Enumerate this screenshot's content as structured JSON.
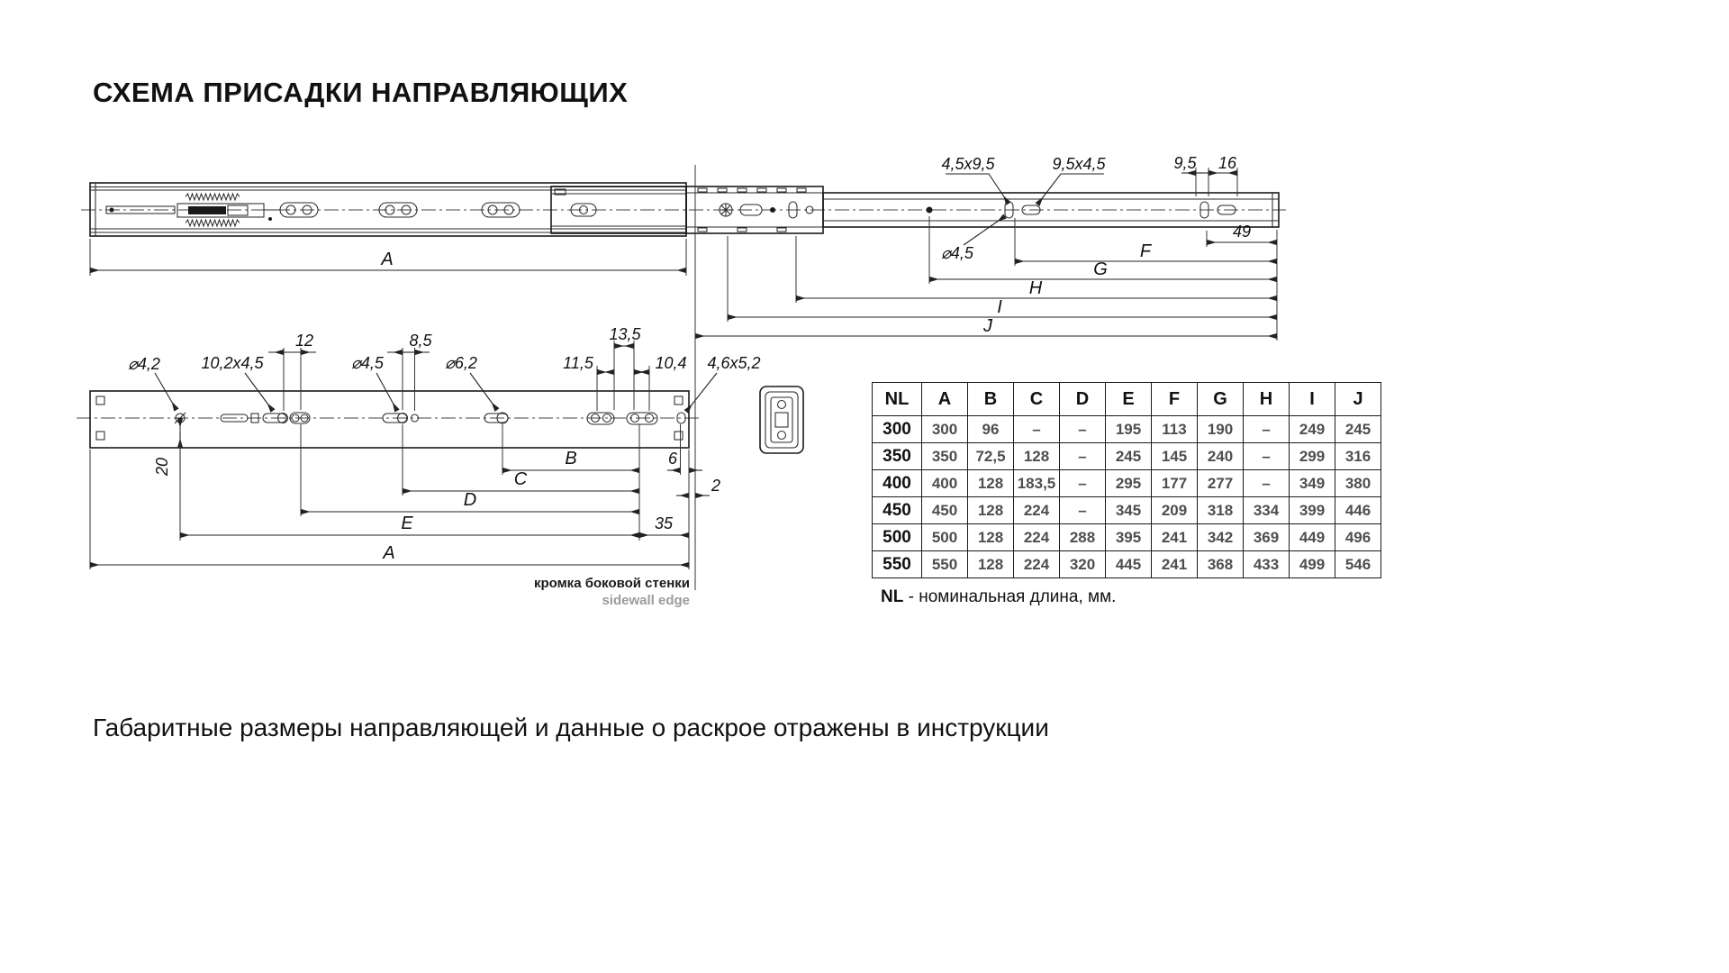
{
  "page": {
    "title": "СХЕМА ПРИСАДКИ НАПРАВЛЯЮЩИХ",
    "footer": "Габаритные размеры направляющей и данные о раскрое отражены в инструкции"
  },
  "labels": {
    "slot45x95": "4,5x9,5",
    "slot95x45": "9,5x4,5",
    "d95": "9,5",
    "d16": "16",
    "d49": "49",
    "dia45top": "⌀4,5",
    "F": "F",
    "G": "G",
    "H": "H",
    "I": "I",
    "J": "J",
    "Atop": "A",
    "dia42": "⌀4,2",
    "slot102x45": "10,2x4,5",
    "d12": "12",
    "dia45": "⌀4,5",
    "d85": "8,5",
    "dia62": "⌀6,2",
    "d135": "13,5",
    "d115": "11,5",
    "d104": "10,4",
    "slot46x52": "4,6x5,2",
    "d20": "20",
    "B": "B",
    "d6": "6",
    "C": "C",
    "d2": "2",
    "D": "D",
    "E": "E",
    "d35": "35",
    "Abottom": "A",
    "sidewall_ru": "кромка боковой стенки",
    "sidewall_en": "sidewall edge"
  },
  "table": {
    "headers": [
      "NL",
      "A",
      "B",
      "C",
      "D",
      "E",
      "F",
      "G",
      "H",
      "I",
      "J"
    ],
    "rows": [
      [
        "300",
        "300",
        "96",
        "–",
        "–",
        "195",
        "113",
        "190",
        "–",
        "249",
        "245"
      ],
      [
        "350",
        "350",
        "72,5",
        "128",
        "–",
        "245",
        "145",
        "240",
        "–",
        "299",
        "316"
      ],
      [
        "400",
        "400",
        "128",
        "183,5",
        "–",
        "295",
        "177",
        "277",
        "–",
        "349",
        "380"
      ],
      [
        "450",
        "450",
        "128",
        "224",
        "–",
        "345",
        "209",
        "318",
        "334",
        "399",
        "446"
      ],
      [
        "500",
        "500",
        "128",
        "224",
        "288",
        "395",
        "241",
        "342",
        "369",
        "449",
        "496"
      ],
      [
        "550",
        "550",
        "128",
        "224",
        "320",
        "445",
        "241",
        "368",
        "433",
        "499",
        "546"
      ]
    ],
    "note_bold": "NL",
    "note_rest": " - номинальная длина, мм."
  }
}
